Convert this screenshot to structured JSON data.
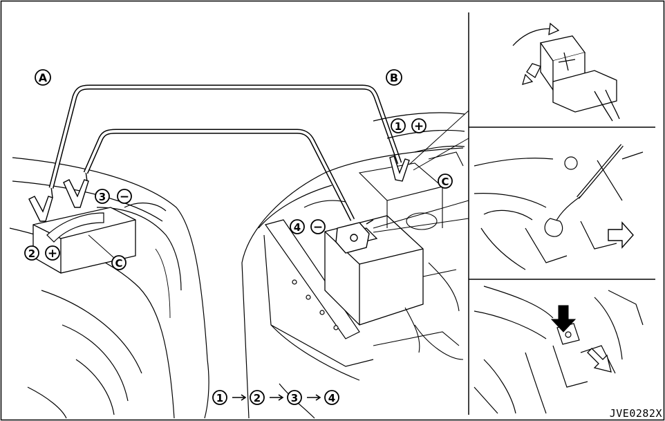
{
  "labels": {
    "vehicle_a": "A",
    "vehicle_b": "B",
    "clamp": "C",
    "step_1": "1",
    "step_2": "2",
    "step_3": "3",
    "step_4": "4",
    "plus": "+",
    "minus": "−"
  },
  "sequence": [
    "1",
    "2",
    "3",
    "4"
  ],
  "figure_code": "JVE0282X",
  "colors": {
    "ink": "#000000",
    "paper": "#ffffff"
  }
}
